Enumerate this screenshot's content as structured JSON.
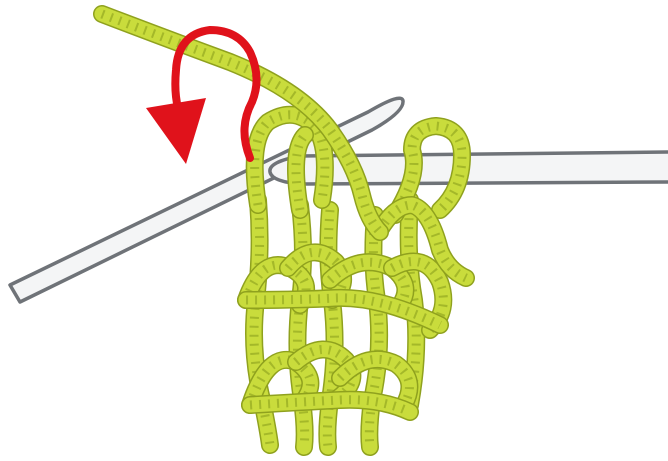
{
  "diagram": {
    "subject": "knitting-stitch-illustration",
    "colors": {
      "background": "#ffffff",
      "yarn": "#c9dc3c",
      "yarn_outline": "#8fa11e",
      "yarn_twist": "#9eb126",
      "needle": "#6f7378",
      "needle_fill": "#f4f5f6",
      "arrow": "#e0121b"
    },
    "icons": [
      "yarn-strand",
      "knitting-needle",
      "curved-arrow"
    ]
  }
}
